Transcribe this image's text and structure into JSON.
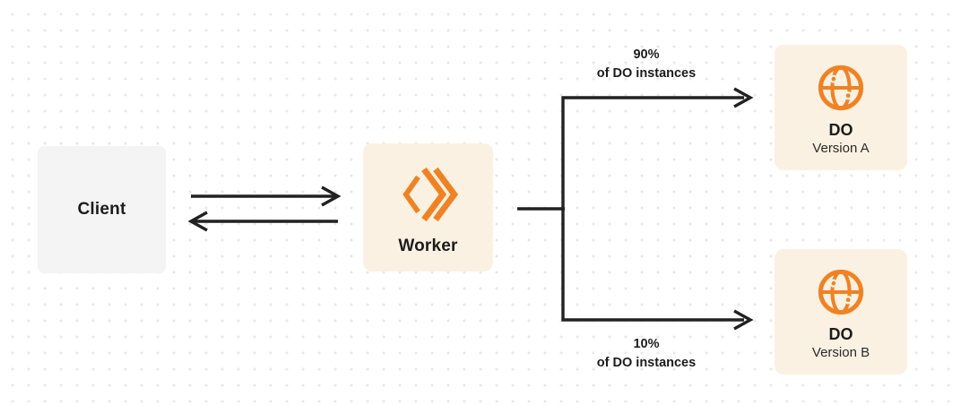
{
  "colors": {
    "canvas_bg": "#ffffff",
    "dot": "#e8e8ea",
    "line": "#212121",
    "text": "#1c1c1c",
    "accent": "#f08224",
    "cream": "#fbf1e2",
    "gray_box": "#f4f4f5"
  },
  "nodes": {
    "client": {
      "label": "Client"
    },
    "worker": {
      "label": "Worker",
      "icon": "cloudflare-workers-logo-icon"
    },
    "do_version_a": {
      "title": "DO",
      "subtitle": "Version A",
      "icon": "durable-object-globe-icon"
    },
    "do_version_b": {
      "title": "DO",
      "subtitle": "Version B",
      "icon": "durable-object-globe-icon"
    }
  },
  "edges": {
    "client_worker": {
      "type": "bidirectional"
    },
    "branch_top": {
      "percent": "90%",
      "caption": "of DO instances",
      "target": "do_version_a"
    },
    "branch_bottom": {
      "percent": "10%",
      "caption": "of DO instances",
      "target": "do_version_b"
    }
  }
}
